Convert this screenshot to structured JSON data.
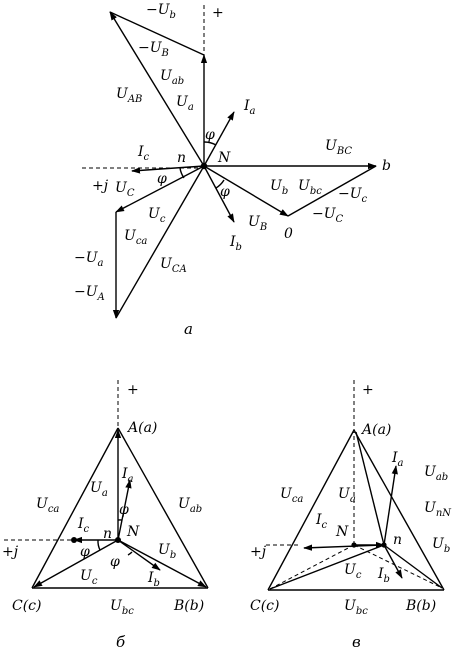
{
  "panel_a": {
    "caption": "a",
    "labels": {
      "plus": "+",
      "plus_j": "+j",
      "minus_Ub": "−U",
      "minus_Ub_sub": "b",
      "minus_UB": "−U",
      "minus_UB_sub": "B",
      "Uab": "U",
      "Uab_sub": "ab",
      "Ua": "U",
      "Ua_sub": "a",
      "UAB": "U",
      "UAB_sub": "AB",
      "Ia": "I",
      "Ia_sub": "a",
      "phi_top": "φ",
      "Ic": "I",
      "Ic_sub": "c",
      "n": "n",
      "N": "N",
      "UBC": "U",
      "UBC_sub": "BC",
      "b": "b",
      "UC": "U",
      "UC_sub": "C",
      "phi_left": "φ",
      "phi_right": "φ",
      "Ub": "U",
      "Ub_sub": "b",
      "Ubc": "U",
      "Ubc_sub": "bc",
      "minus_Uc": "−U",
      "minus_Uc_sub": "c",
      "Uc": "U",
      "Uc_sub": "c",
      "UB": "U",
      "UB_sub": "B",
      "minus_UC": "−U",
      "minus_UC_sub": "C",
      "zero": "0",
      "Uca": "U",
      "Uca_sub": "ca",
      "Ib": "I",
      "Ib_sub": "b",
      "minus_Ua": "−U",
      "minus_Ua_sub": "a",
      "UCA": "U",
      "UCA_sub": "CA",
      "minus_UA": "−U",
      "minus_UA_sub": "A"
    }
  },
  "panel_b": {
    "caption": "б",
    "labels": {
      "plus": "+",
      "plus_j": "+j",
      "Aa": "A(a)",
      "Ia": "I",
      "Ia_sub": "a",
      "Ua": "U",
      "Ua_sub": "a",
      "Uca": "U",
      "Uca_sub": "ca",
      "Uab": "U",
      "Uab_sub": "ab",
      "phi_top": "φ",
      "Ic": "I",
      "Ic_sub": "c",
      "n": "n",
      "N": "N",
      "phi_left": "φ",
      "Ub": "U",
      "Ub_sub": "b",
      "phi_bottom": "φ",
      "Uc": "U",
      "Uc_sub": "c",
      "Ib": "I",
      "Ib_sub": "b",
      "Cc": "C(c)",
      "Ubc": "U",
      "Ubc_sub": "bc",
      "Bb": "B(b)"
    }
  },
  "panel_c": {
    "caption": "в",
    "labels": {
      "plus": "+",
      "plus_j": "+j",
      "Aa": "A(a)",
      "Ia": "I",
      "Ia_sub": "a",
      "Uab": "U",
      "Uab_sub": "ab",
      "Uca": "U",
      "Uca_sub": "ca",
      "Ua": "U",
      "Ua_sub": "a",
      "UnN": "U",
      "UnN_sub": "nN",
      "Ic": "I",
      "Ic_sub": "c",
      "N": "N",
      "n": "n",
      "Ub": "U",
      "Ub_sub": "b",
      "Uc": "U",
      "Uc_sub": "c",
      "Ib": "I",
      "Ib_sub": "b",
      "Cc": "C(c)",
      "Ubc": "U",
      "Ubc_sub": "bc",
      "Bb": "B(b)"
    }
  }
}
